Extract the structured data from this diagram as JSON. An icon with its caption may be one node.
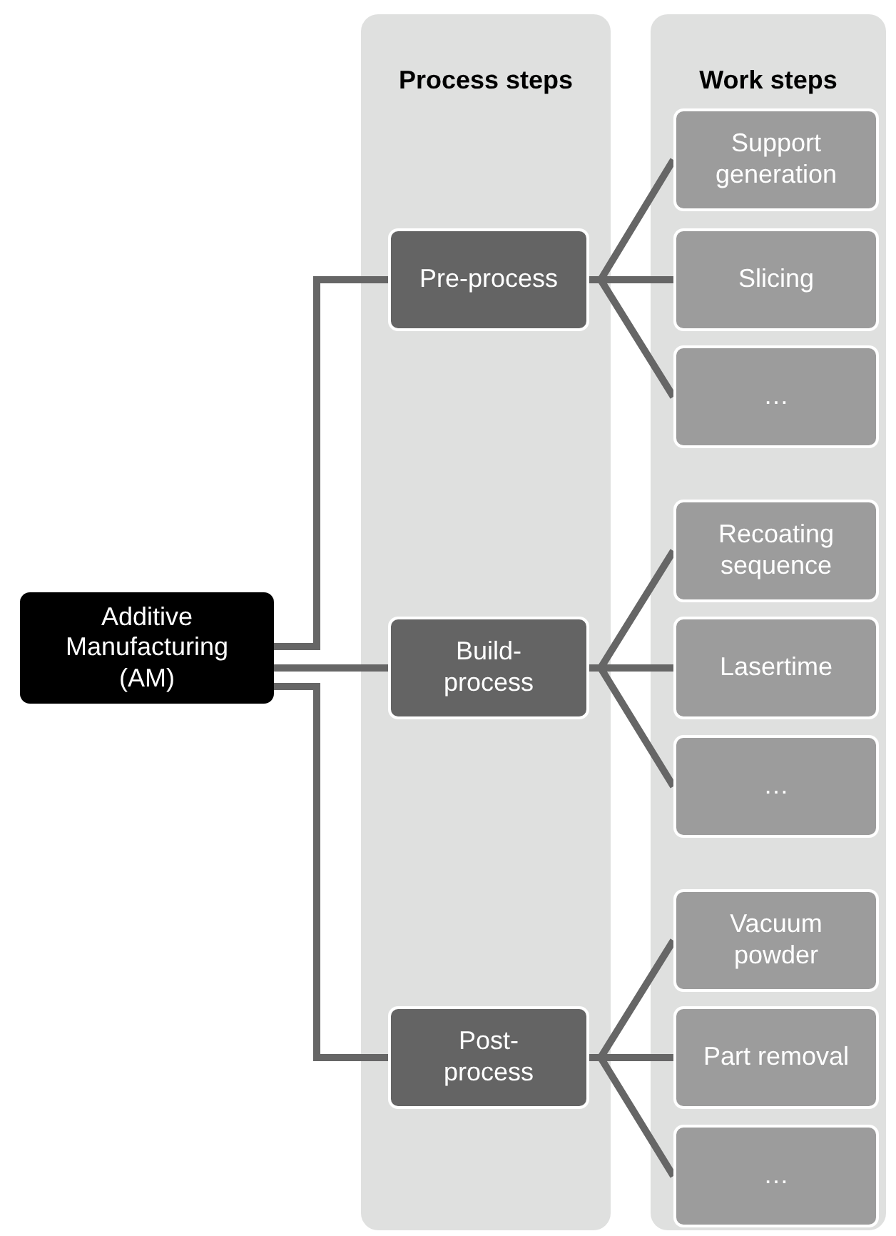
{
  "diagram": {
    "nodes": [
      {
        "text": [
          "Additive Manufacturing (AM)"
        ]
      },
      {
        "text": [
          "Process steps"
        ]
      },
      {
        "text": [
          "Work steps"
        ]
      },
      {
        "text": [
          "Pre-process"
        ],
        "in": 1
      },
      {
        "text": [
          "Build-process"
        ],
        "in": 1
      },
      {
        "text": [
          "Post-process"
        ],
        "in": 1
      },
      {
        "text": [
          "Support generation"
        ],
        "in": 2
      },
      {
        "text": [
          "Slicing"
        ],
        "in": 2
      },
      {
        "text": [
          "…"
        ],
        "in": 2
      },
      {
        "text": [
          "Recoating sequence"
        ],
        "in": 2
      },
      {
        "text": [
          "Lasertime"
        ],
        "in": 2
      },
      {
        "text": [
          "…"
        ],
        "in": 2
      },
      {
        "text": [
          "Vacuum powder"
        ],
        "in": 2
      },
      {
        "text": [
          "Part removal"
        ],
        "in": 2
      },
      {
        "text": [
          "…"
        ],
        "in": 2
      }
    ],
    "edges": [
      {
        "from": 0,
        "to": 3,
        "arrow": "none"
      },
      {
        "from": 0,
        "to": 4,
        "arrow": "none"
      },
      {
        "from": 0,
        "to": 5,
        "arrow": "none"
      },
      {
        "from": 3,
        "to": 6,
        "arrow": "none"
      },
      {
        "from": 3,
        "to": 7,
        "arrow": "none"
      },
      {
        "from": 3,
        "to": 8,
        "arrow": "none"
      },
      {
        "from": 4,
        "to": 9,
        "arrow": "none"
      },
      {
        "from": 4,
        "to": 10,
        "arrow": "none"
      },
      {
        "from": 4,
        "to": 11,
        "arrow": "none"
      },
      {
        "from": 5,
        "to": 12,
        "arrow": "none"
      },
      {
        "from": 5,
        "to": 13,
        "arrow": "none"
      },
      {
        "from": 5,
        "to": 14,
        "arrow": "none"
      }
    ]
  }
}
